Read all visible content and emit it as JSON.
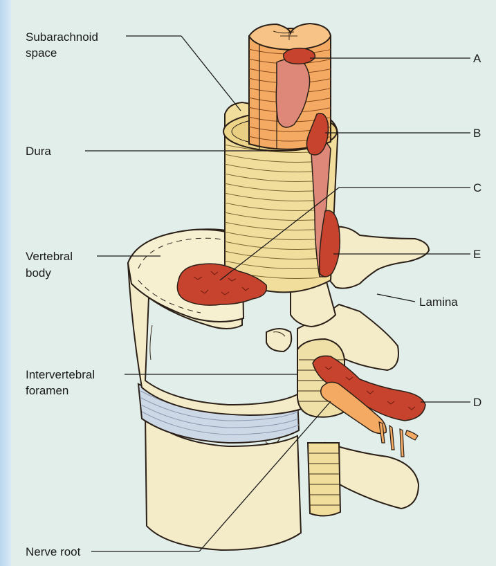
{
  "labels": {
    "subarachnoid_line1": "Subarachnoid",
    "subarachnoid_line2": "space",
    "dura": "Dura",
    "vertebral_line1": "Vertebral",
    "vertebral_line2": "body",
    "intervertebral_line1": "Intervertebral",
    "intervertebral_line2": "foramen",
    "nerve_root": "Nerve root",
    "a": "A",
    "b": "B",
    "c": "C",
    "e": "E",
    "lamina": "Lamina",
    "d": "D"
  },
  "colors": {
    "background": "#e2eeea",
    "bone": "#f4ecc8",
    "dura": "#f1dd9c",
    "spinal_cord": "#f4aa62",
    "tumor": "#c8432e",
    "disc": "#cdd8e6",
    "outline": "#2a2018"
  }
}
